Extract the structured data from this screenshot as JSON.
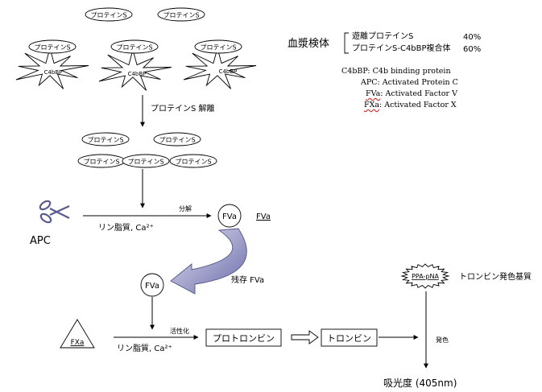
{
  "protein_s": "プロテインS",
  "c4bbp": "C4bBP",
  "plasma_sample": {
    "title": "血漿検体",
    "free_label": "遊離プロテインS",
    "free_pct": "40%",
    "bound_label": "プロテインS-C4bBP複合体",
    "bound_pct": "60%"
  },
  "abbreviations": {
    "c4bbp": "C4bBP: C4b binding protein",
    "apc_prefix": "APC: Activated Protein C",
    "fva_abbr": "FVa",
    "fva_rest": ": Activated Factor V",
    "fxa_abbr": "FXa",
    "fxa_rest": ": Activated Factor X"
  },
  "steps": {
    "dissociation": "プロテインS 解離",
    "degradation": "分解",
    "phospholipid_ca": "リン脂質, Ca²⁺",
    "apc": "APC",
    "fva": "FVa",
    "residual_fva": "残存 FVa",
    "fxa": "FXa",
    "activation": "活性化",
    "prothrombin": "プロトロンビン",
    "thrombin": "トロンビン",
    "substrate_label": "PPA-pNA",
    "thrombin_substrate": "トロンビン発色基質",
    "color_development": "発色",
    "absorbance": "吸光度 (405nm)"
  },
  "colors": {
    "stroke": "#000000",
    "curved_arrow_light": "#d4d4ee",
    "curved_arrow_dark": "#6e6eac",
    "scissors": "#5a5a90",
    "wavy_underline": "#d01010"
  }
}
